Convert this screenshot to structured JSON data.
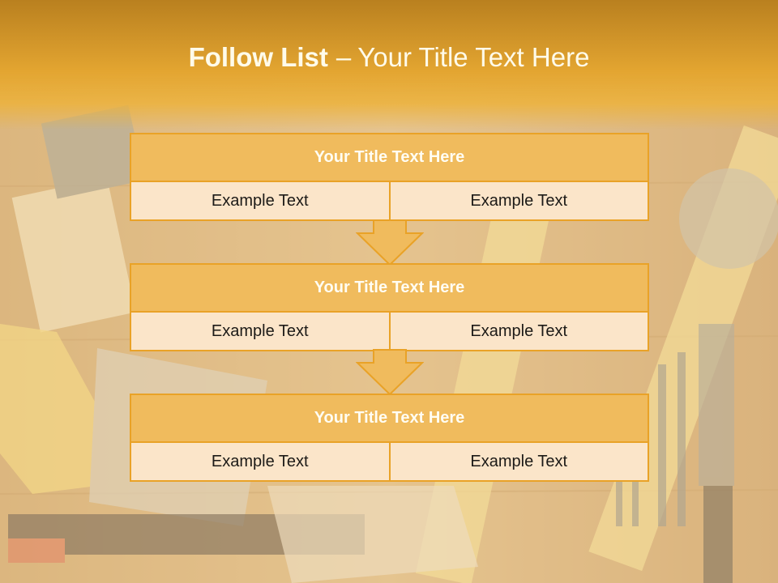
{
  "slide": {
    "title_bold": "Follow List",
    "title_dash": "–",
    "title_rest": "Your Title Text Here"
  },
  "blocks": [
    {
      "title": "Your Title Text Here",
      "cells": [
        "Example Text",
        "Example Text"
      ]
    },
    {
      "title": "Your Title Text Here",
      "cells": [
        "Example Text",
        "Example Text"
      ]
    },
    {
      "title": "Your Title Text Here",
      "cells": [
        "Example Text",
        "Example Text"
      ]
    }
  ],
  "colors": {
    "header": "#e3a531",
    "block_border": "#e9a227",
    "block_title_fill": "#f0bb5d",
    "cell_fill": "#fbe5c9",
    "arrow_fill": "#f0bb5d"
  },
  "background_icons": [
    "paint-brush-icon",
    "hand-saw-icon",
    "folding-ruler-icon",
    "circular-saw-blade-icon",
    "chisel-icon",
    "drill-bit-icon",
    "tape-measure-icon"
  ]
}
